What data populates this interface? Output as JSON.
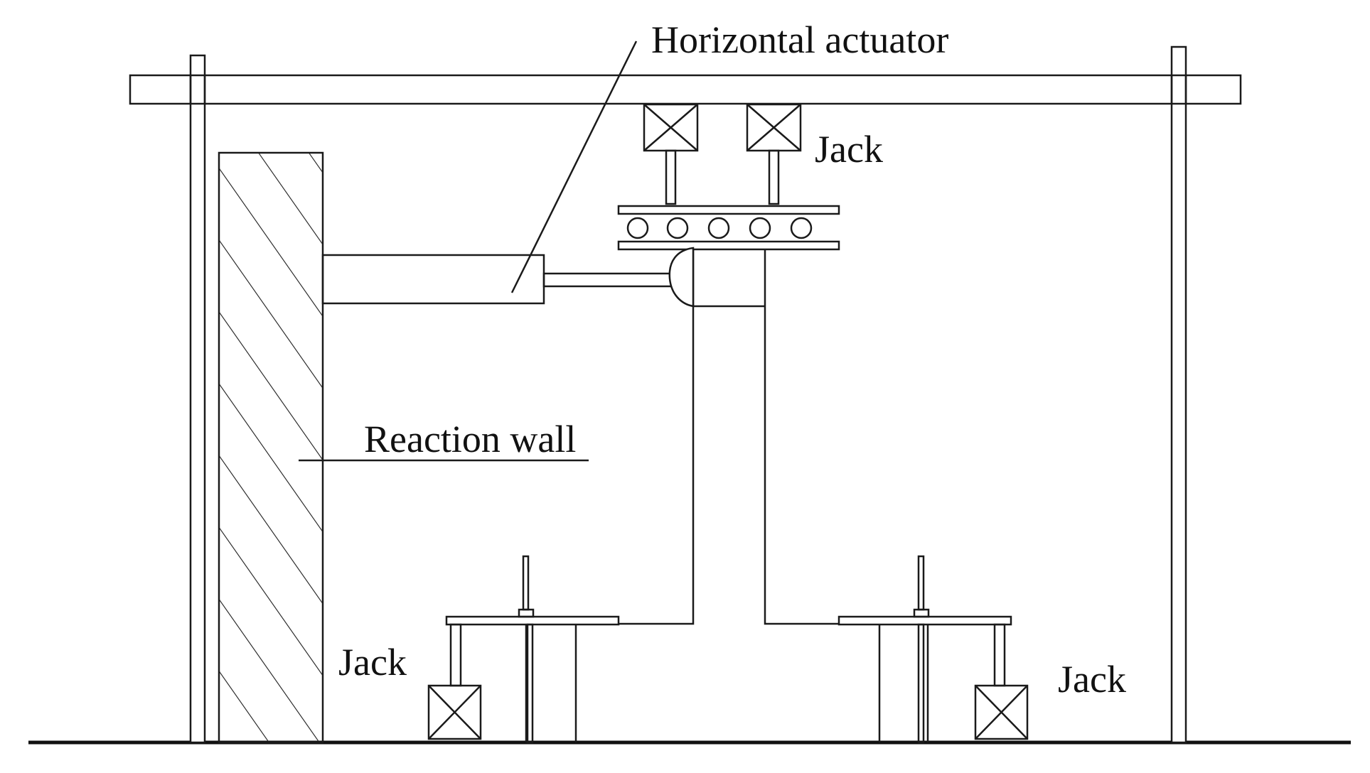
{
  "labels": {
    "horizontal_actuator": "Horizontal actuator",
    "jack_top": "Jack",
    "reaction_wall": "Reaction wall",
    "jack_bottom_left": "Jack",
    "jack_bottom_right": "Jack"
  },
  "colors": {
    "line": "#1a1a1a",
    "background": "#ffffff"
  }
}
